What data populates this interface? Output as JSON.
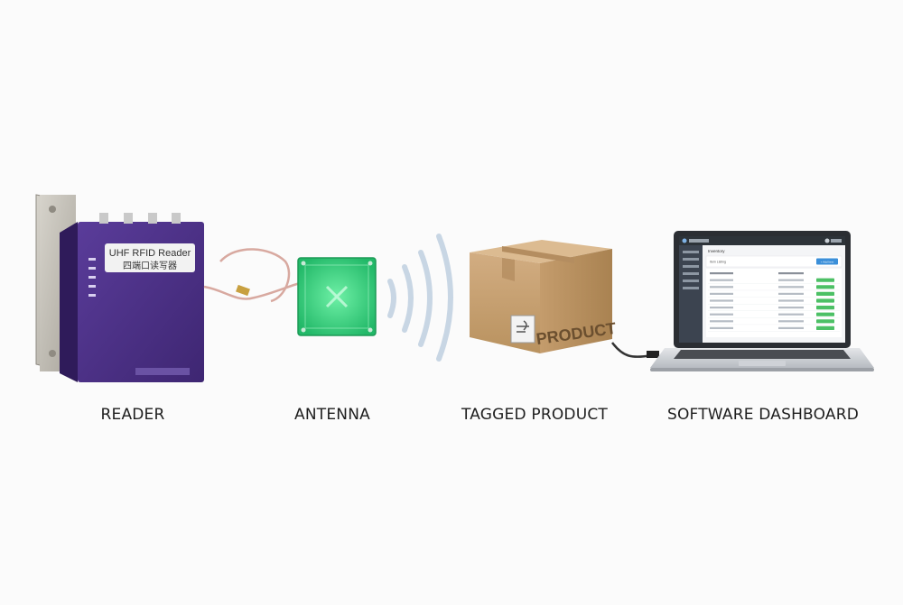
{
  "stages": [
    {
      "id": "reader",
      "caption": "READER"
    },
    {
      "id": "antenna",
      "caption": "ANTENNA"
    },
    {
      "id": "tagged-product",
      "caption": "TAGGED PRODUCT"
    },
    {
      "id": "software-dashboard",
      "caption": "SOFTWARE DASHBOARD"
    }
  ],
  "reader": {
    "label_line1": "UHF RFID Reader",
    "label_line2": "四端口读写器",
    "colors": {
      "body": "#4a2f86",
      "plate": "#b9b5ab"
    }
  },
  "antenna": {
    "colors": {
      "board": "#2fcf7a"
    }
  },
  "product": {
    "box_label": "PRODUCT",
    "colors": {
      "box": "#c9a47a",
      "tape": "#b48d60"
    }
  },
  "dashboard": {
    "app_name": "Inventory",
    "section_label": "Item Listing",
    "action_label": "+ Add Item",
    "colors": {
      "sidebar": "#3c4450",
      "status": "#4cc065"
    }
  }
}
